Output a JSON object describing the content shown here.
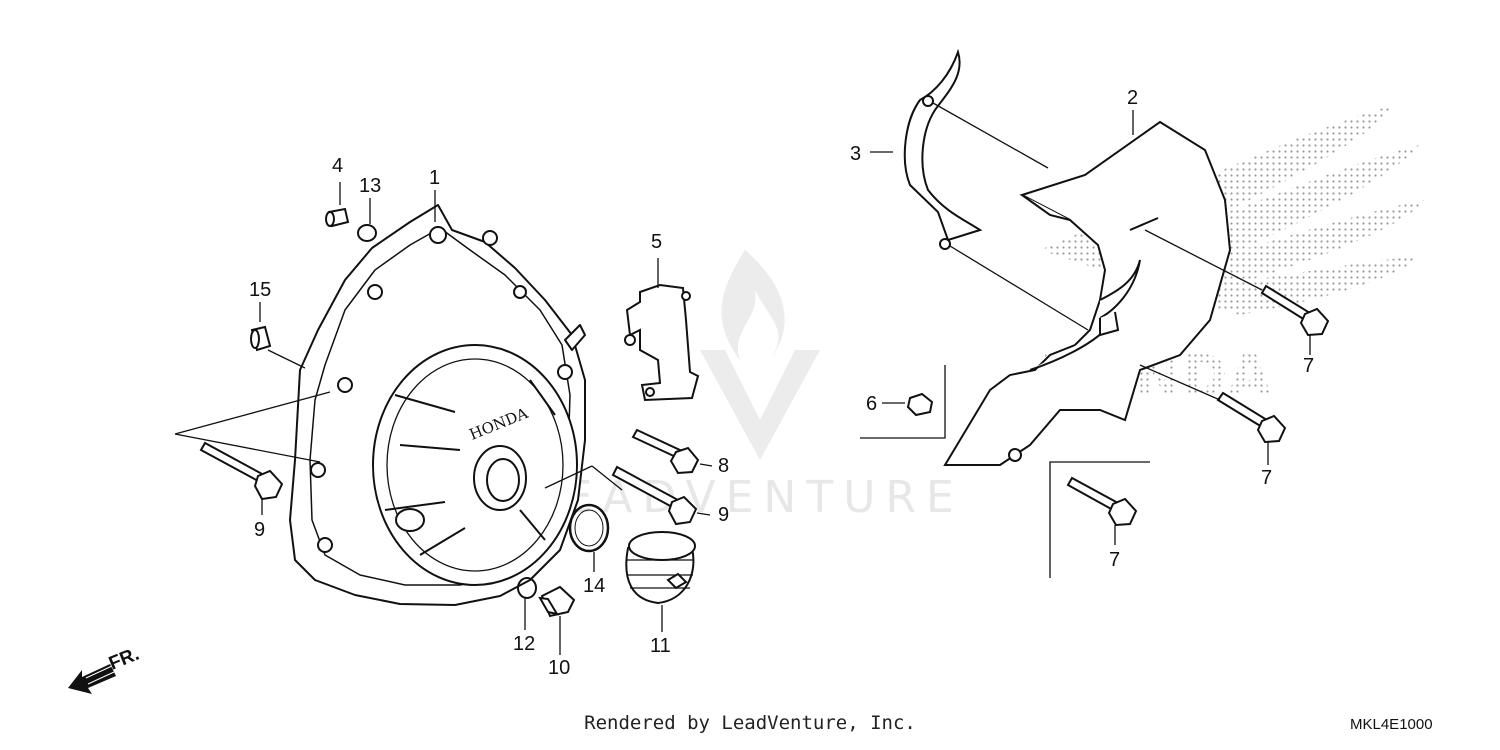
{
  "diagram": {
    "callouts": {
      "c1": "1",
      "c2": "2",
      "c3": "3",
      "c4": "4",
      "c5": "5",
      "c6": "6",
      "c7a": "7",
      "c7b": "7",
      "c7c": "7",
      "c8": "8",
      "c9a": "9",
      "c9b": "9",
      "c10": "10",
      "c11": "11",
      "c12": "12",
      "c13": "13",
      "c14": "14",
      "c15": "15"
    },
    "front_arrow_label": "FR.",
    "cover_logo": "HONDA",
    "brand_watermark": "HONDA",
    "watermark": "LEADVENTURE"
  },
  "footer": {
    "credit": "Rendered by LeadVenture, Inc.",
    "diagram_code": "MKL4E1000"
  },
  "colors": {
    "line": "#111111",
    "watermark": "#e7e7e7",
    "stipple": "#9a9a9a"
  }
}
